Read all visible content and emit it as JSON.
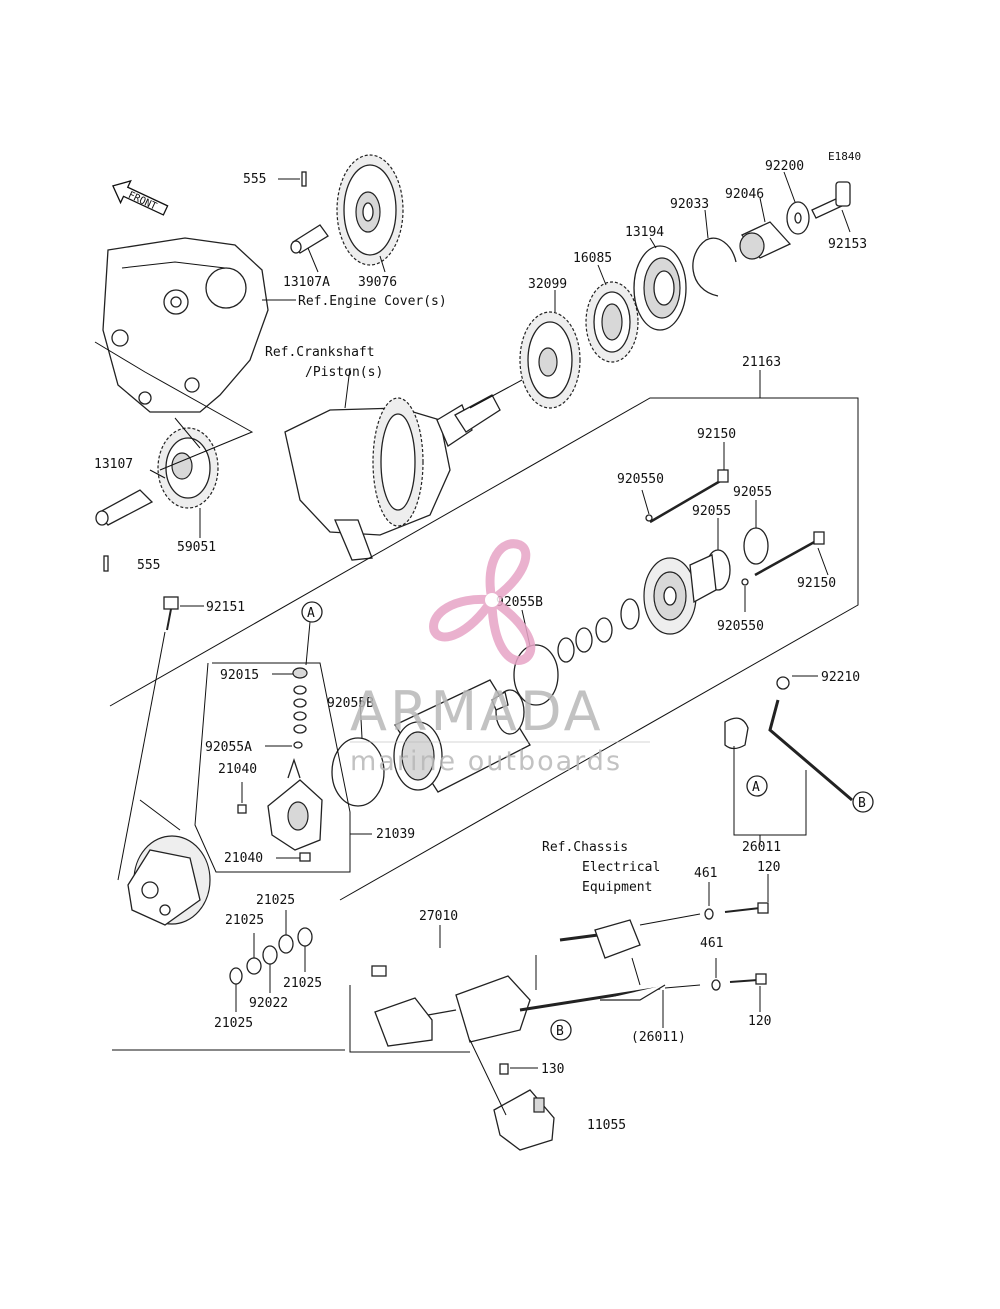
{
  "figure_code": "E1840",
  "front_label": "FRONT",
  "watermark": {
    "brand": "ARMADA",
    "tagline": "marine outboards",
    "accent": "#e7a4c6"
  },
  "callouts": [
    {
      "id": "555a",
      "text": "555"
    },
    {
      "id": "13107A",
      "text": "13107A"
    },
    {
      "id": "39076",
      "text": "39076"
    },
    {
      "id": "ref-engine-cover",
      "text": "Ref.Engine Cover(s)"
    },
    {
      "id": "ref-crankshaft-1",
      "text": "Ref.Crankshaft"
    },
    {
      "id": "ref-crankshaft-2",
      "text": "/Piston(s)"
    },
    {
      "id": "13107",
      "text": "13107"
    },
    {
      "id": "59051",
      "text": "59051"
    },
    {
      "id": "555b",
      "text": "555"
    },
    {
      "id": "92200",
      "text": "92200"
    },
    {
      "id": "92033",
      "text": "92033"
    },
    {
      "id": "92046",
      "text": "92046"
    },
    {
      "id": "92153",
      "text": "92153"
    },
    {
      "id": "13194",
      "text": "13194"
    },
    {
      "id": "16085",
      "text": "16085"
    },
    {
      "id": "32099",
      "text": "32099"
    },
    {
      "id": "21163",
      "text": "21163"
    },
    {
      "id": "92150a",
      "text": "92150"
    },
    {
      "id": "920550a",
      "text": "920550"
    },
    {
      "id": "92055a",
      "text": "92055"
    },
    {
      "id": "92055b",
      "text": "92055"
    },
    {
      "id": "92150b",
      "text": "92150"
    },
    {
      "id": "920550b",
      "text": "920550"
    },
    {
      "id": "92055B-a",
      "text": "92055B"
    },
    {
      "id": "92151",
      "text": "92151"
    },
    {
      "id": "92015",
      "text": "92015"
    },
    {
      "id": "92055B-b",
      "text": "92055B"
    },
    {
      "id": "92055A",
      "text": "92055A"
    },
    {
      "id": "21040a",
      "text": "21040"
    },
    {
      "id": "21040b",
      "text": "21040"
    },
    {
      "id": "21039",
      "text": "21039"
    },
    {
      "id": "92210",
      "text": "92210"
    },
    {
      "id": "26011",
      "text": "26011"
    },
    {
      "id": "ref-chassis-1",
      "text": "Ref.Chassis"
    },
    {
      "id": "ref-chassis-2",
      "text": "Electrical"
    },
    {
      "id": "ref-chassis-3",
      "text": "Equipment"
    },
    {
      "id": "461a",
      "text": "461"
    },
    {
      "id": "120a",
      "text": "120"
    },
    {
      "id": "461b",
      "text": "461"
    },
    {
      "id": "120b",
      "text": "120"
    },
    {
      "id": "27010",
      "text": "27010"
    },
    {
      "id": "21025a",
      "text": "21025"
    },
    {
      "id": "21025b",
      "text": "21025"
    },
    {
      "id": "21025c",
      "text": "21025"
    },
    {
      "id": "21025d",
      "text": "21025"
    },
    {
      "id": "92022",
      "text": "92022"
    },
    {
      "id": "26011p",
      "text": "(26011)"
    },
    {
      "id": "130",
      "text": "130"
    },
    {
      "id": "11055",
      "text": "11055"
    }
  ],
  "ref_markers": [
    {
      "id": "A1",
      "letter": "A"
    },
    {
      "id": "A2",
      "letter": "A"
    },
    {
      "id": "B1",
      "letter": "B"
    },
    {
      "id": "B2",
      "letter": "B"
    }
  ]
}
